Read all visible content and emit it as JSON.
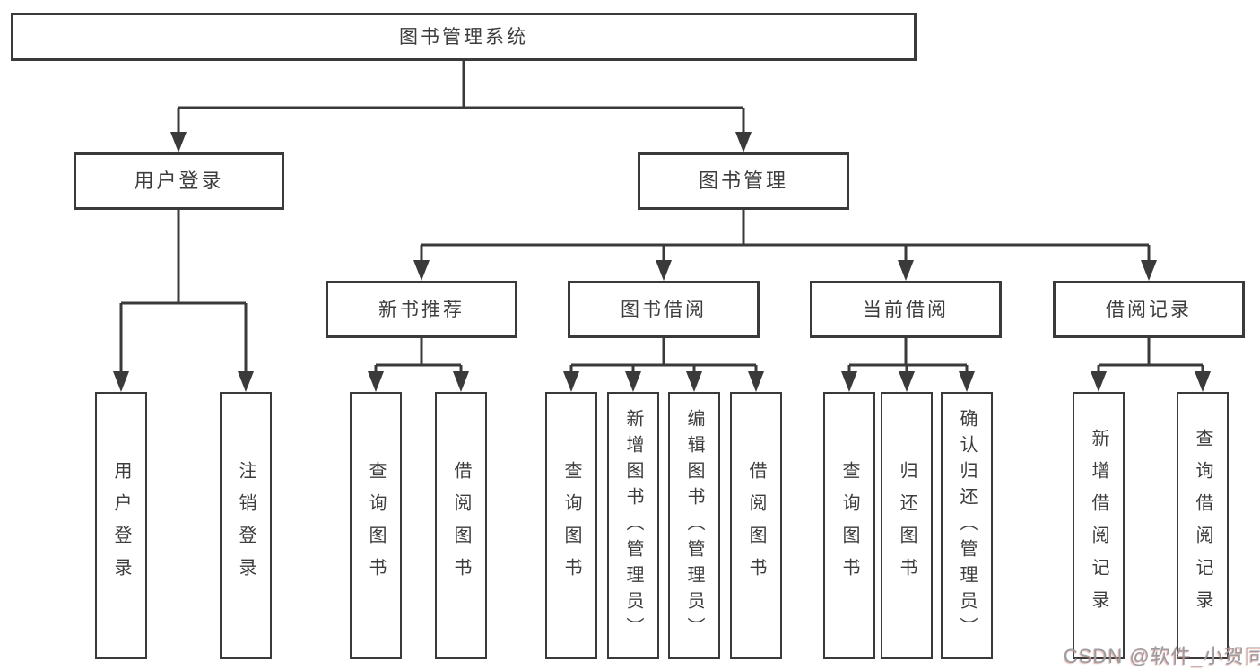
{
  "tree": {
    "root": {
      "label": "图书管理系统"
    },
    "branches": [
      {
        "label": "用户登录",
        "children": [
          {
            "label": "用户登录"
          },
          {
            "label": "注销登录"
          }
        ]
      },
      {
        "label": "图书管理",
        "children": [
          {
            "label": "新书推荐",
            "children": [
              {
                "label": "查询图书"
              },
              {
                "label": "借阅图书"
              }
            ]
          },
          {
            "label": "图书借阅",
            "children": [
              {
                "label": "查询图书"
              },
              {
                "label": "新增图书（管理员）"
              },
              {
                "label": "编辑图书（管理员）"
              },
              {
                "label": "借阅图书"
              }
            ]
          },
          {
            "label": "当前借阅",
            "children": [
              {
                "label": "查询图书"
              },
              {
                "label": "归还图书"
              },
              {
                "label": "确认归还（管理员）"
              }
            ]
          },
          {
            "label": "借阅记录",
            "children": [
              {
                "label": "新增借阅记录"
              },
              {
                "label": "查询借阅记录"
              }
            ]
          }
        ]
      }
    ]
  },
  "watermark": "CSDN @软件_小贺同学",
  "colors": {
    "line": "#3a3a3a",
    "text": "#3d3d3d",
    "background": "#ffffff",
    "watermark": "#9b9ba0"
  }
}
